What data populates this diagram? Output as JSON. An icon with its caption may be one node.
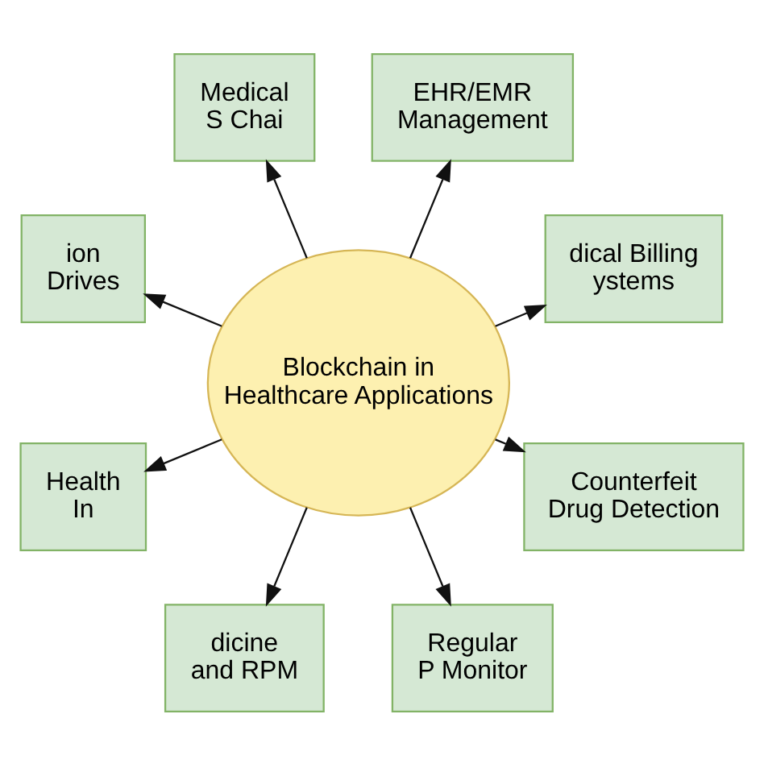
{
  "diagram": {
    "nodes": [
      {
        "text": [
          "dical Billing ystems"
        ]
      },
      {
        "text": [
          "EHR/EMR Management"
        ]
      },
      {
        "text": [
          "Medical S Chai"
        ]
      },
      {
        "text": [
          "ion Drives"
        ]
      },
      {
        "text": [
          "Blockchain in Healthcare Applications"
        ]
      },
      {
        "text": [
          "Health In"
        ]
      },
      {
        "text": [
          "dicine and RPM"
        ]
      },
      {
        "text": [
          "Regular P Monitor"
        ]
      },
      {
        "text": [
          "Counterfeit Drug Detection"
        ]
      }
    ],
    "edges": [
      {
        "from": 4,
        "to": 0,
        "arrow": "to"
      },
      {
        "from": 4,
        "to": 1,
        "arrow": "to"
      },
      {
        "from": 4,
        "to": 2,
        "arrow": "to"
      },
      {
        "from": 4,
        "to": 3,
        "arrow": "to"
      },
      {
        "from": 4,
        "to": 5,
        "arrow": "to"
      },
      {
        "from": 4,
        "to": 6,
        "arrow": "to"
      },
      {
        "from": 4,
        "to": 7,
        "arrow": "to"
      },
      {
        "from": 4,
        "to": 8,
        "arrow": "to"
      }
    ]
  }
}
